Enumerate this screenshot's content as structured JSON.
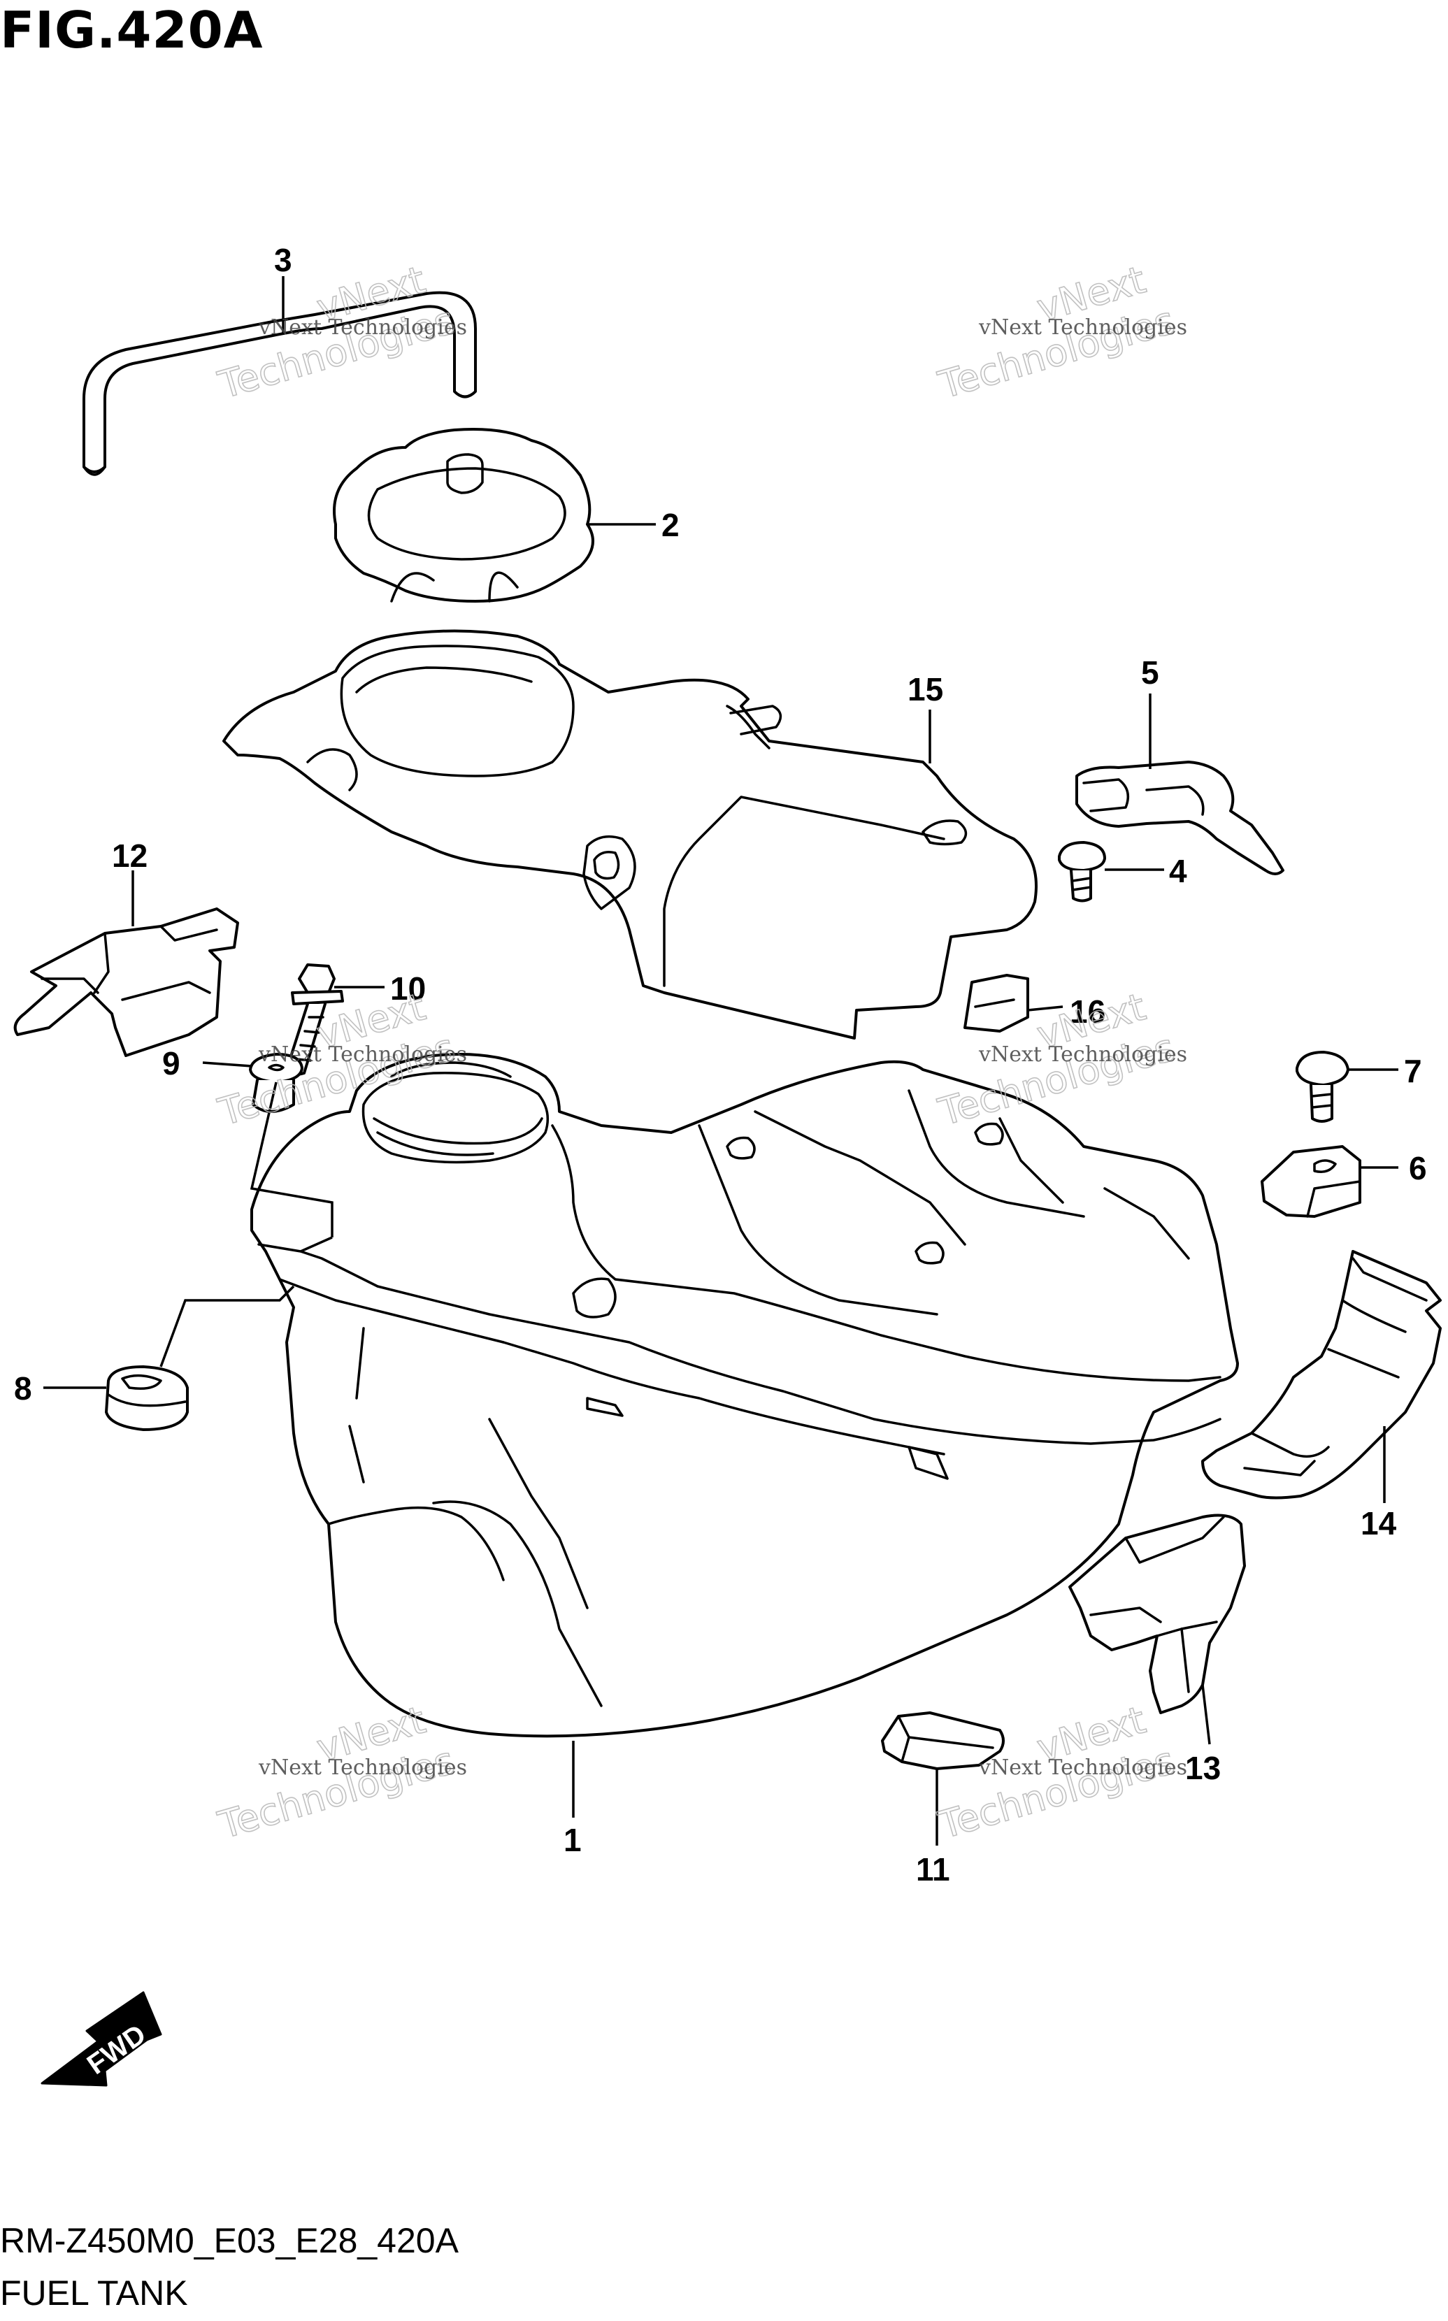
{
  "figure": {
    "title": "FIG.420A",
    "code": "RM-Z450M0_E03_E28_420A",
    "name": "FUEL TANK",
    "direction_label": "FWD"
  },
  "watermark": {
    "line_small": "vNext Technologies",
    "line_large_1": "vNext",
    "line_large_2": "Technologies"
  },
  "callouts": {
    "c1": "1",
    "c2": "2",
    "c3": "3",
    "c4": "4",
    "c5": "5",
    "c6": "6",
    "c7": "7",
    "c8": "8",
    "c9": "9",
    "c10": "10",
    "c11": "11",
    "c12": "12",
    "c13": "13",
    "c14": "14",
    "c15": "15",
    "c16": "16"
  }
}
